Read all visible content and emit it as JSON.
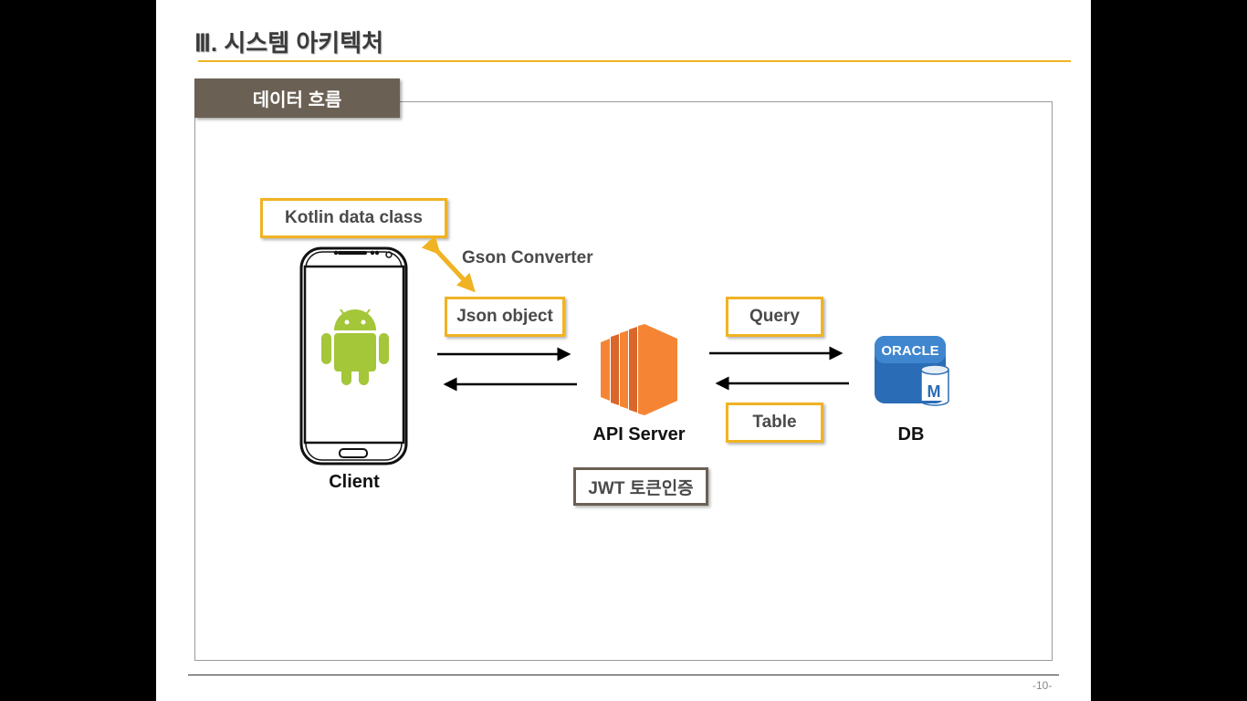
{
  "slide": {
    "title": "Ⅲ. 시스템 아키텍처",
    "section_label": "데이터 흐름",
    "page_number": "-10-"
  },
  "diagram": {
    "labels": {
      "kotlin": "Kotlin data class",
      "gson": "Gson Converter",
      "json": "Json object",
      "query": "Query",
      "table": "Table",
      "jwt": "JWT 토큰인증"
    },
    "nodes": {
      "client": "Client",
      "server": "API Server",
      "db": "DB",
      "oracle_logo": "ORACLE",
      "oracle_mark": "M"
    },
    "icons": [
      "smartphone-icon",
      "android-icon",
      "aws-server-icon",
      "oracle-db-icon"
    ]
  },
  "colors": {
    "accent_yellow": "#f0b323",
    "tab_brown": "#6b6054",
    "android_green": "#a4c639",
    "aws_orange": "#f58534",
    "oracle_blue": "#2a6cb5"
  }
}
